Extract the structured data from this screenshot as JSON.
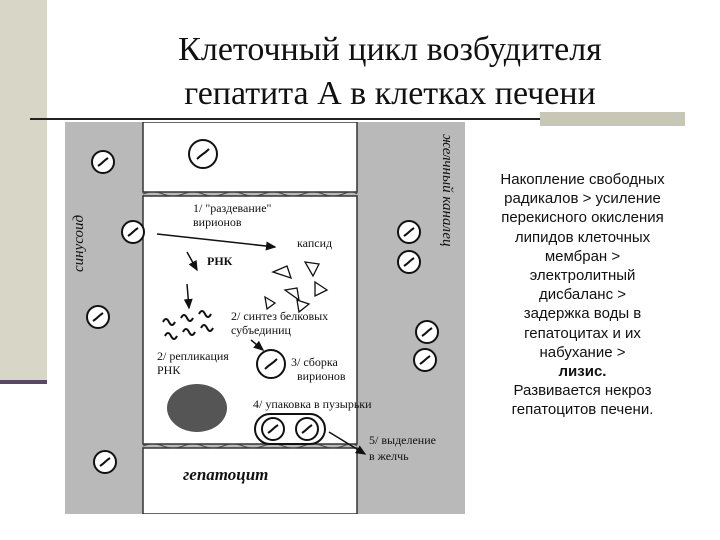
{
  "slide": {
    "title_line1": "Клеточный цикл возбудителя",
    "title_line2": "гепатита А в клетках печени",
    "note_line1": "Накопление свободных",
    "note_line2": "радикалов > усиление",
    "note_line3": "перекисного окисления",
    "note_line4": "липидов клеточных",
    "note_line5": "мембран >",
    "note_line6": "электролитный",
    "note_line7": "дисбаланс >",
    "note_line8": "задержка воды в",
    "note_line9": "гепатоцитах и их",
    "note_line10": "набухание >",
    "note_line11": "лизис.",
    "note_line12": "Развивается некроз",
    "note_line13": "гепатоцитов печени."
  },
  "diagram": {
    "label_sinusoid": "синусоид",
    "label_bile_canal": "желчный каналец",
    "label_hepatocyte": "гепатоцит",
    "step1_line1": "1/ \"раздевание\"",
    "step1_line2": "вирионов",
    "label_capsid": "капсид",
    "label_rna": "РНК",
    "step2a_line1": "2/ синтез белковых",
    "step2a_line2": "субъединиц",
    "step2b_line1": "2/ репликация",
    "step2b_line2": "РНК",
    "step3_line1": "3/ сборка",
    "step3_line2": "вирионов",
    "step4": "4/ упаковка в пузырьки",
    "step5_line1": "5/ выделение",
    "step5_line2": "в желчь"
  }
}
